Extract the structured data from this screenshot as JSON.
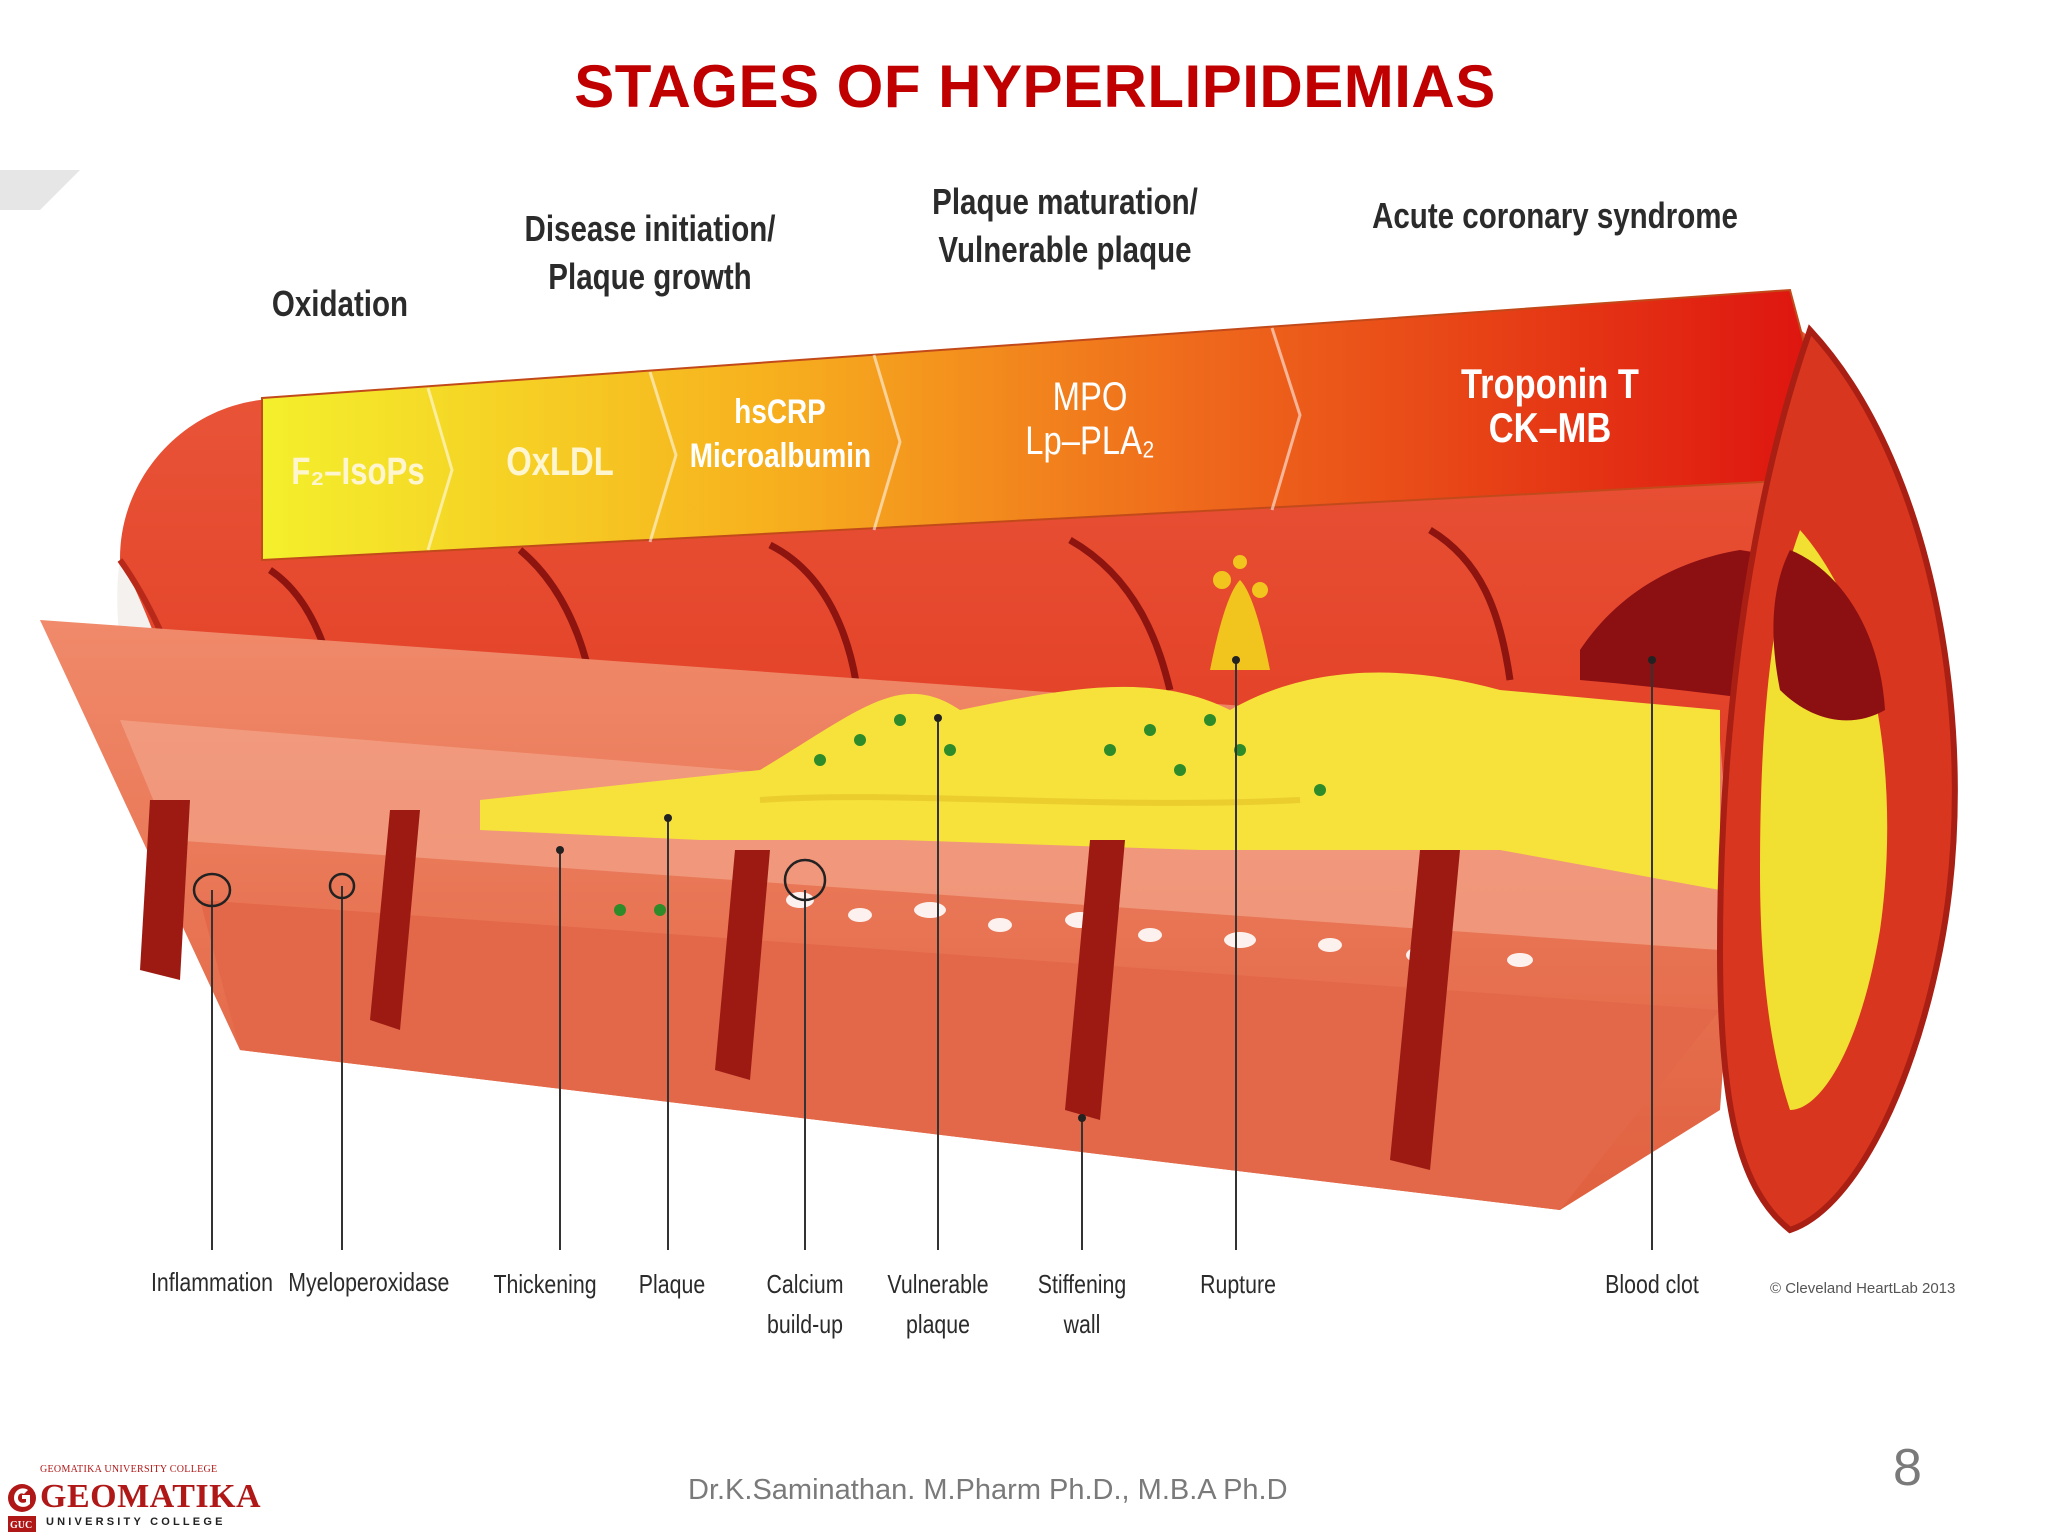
{
  "slide": {
    "title": "STAGES OF HYPERLIPIDEMIAS",
    "author": "Dr.K.Saminathan. M.Pharm Ph.D., M.B.A Ph.D",
    "page_number": "8"
  },
  "diagram": {
    "stages": [
      {
        "line1": "Oxidation",
        "line2": ""
      },
      {
        "line1": "Disease initiation/",
        "line2": "Plaque growth"
      },
      {
        "line1": "Plaque maturation/",
        "line2": "Vulnerable plaque"
      },
      {
        "line1": "Acute coronary syndrome",
        "line2": ""
      }
    ],
    "markers": [
      {
        "line1": "F₂–IsoPs",
        "line2": ""
      },
      {
        "line1": "OxLDL",
        "line2": ""
      },
      {
        "line1": "hsCRP",
        "line2": "Microalbumin"
      },
      {
        "line1": "MPO",
        "line2": "Lp–PLA₂"
      },
      {
        "line1": "Troponin T",
        "line2": "CK–MB"
      }
    ],
    "callouts": [
      {
        "line1": "Inflammation",
        "line2": ""
      },
      {
        "line1": "Myeloperoxidase",
        "line2": ""
      },
      {
        "line1": "Thickening",
        "line2": ""
      },
      {
        "line1": "Plaque",
        "line2": ""
      },
      {
        "line1": "Calcium",
        "line2": "build-up"
      },
      {
        "line1": "Vulnerable",
        "line2": "plaque"
      },
      {
        "line1": "Stiffening",
        "line2": "wall"
      },
      {
        "line1": "Rupture",
        "line2": ""
      },
      {
        "line1": "Blood clot",
        "line2": ""
      }
    ],
    "credit": "© Cleveland HeartLab 2013",
    "colors": {
      "title": "#C00000",
      "arrow_start": "#F2EE2A",
      "arrow_end": "#E0170F",
      "artery": "#E8452A",
      "plaque": "#F5E23A",
      "clot": "#8C0F12"
    }
  },
  "logo": {
    "tagline": "GEOMATIKA UNIVERSITY COLLEGE",
    "name": "GEOMATIKA",
    "subtitle": "UNIVERSITY COLLEGE",
    "badge": "GUC"
  }
}
